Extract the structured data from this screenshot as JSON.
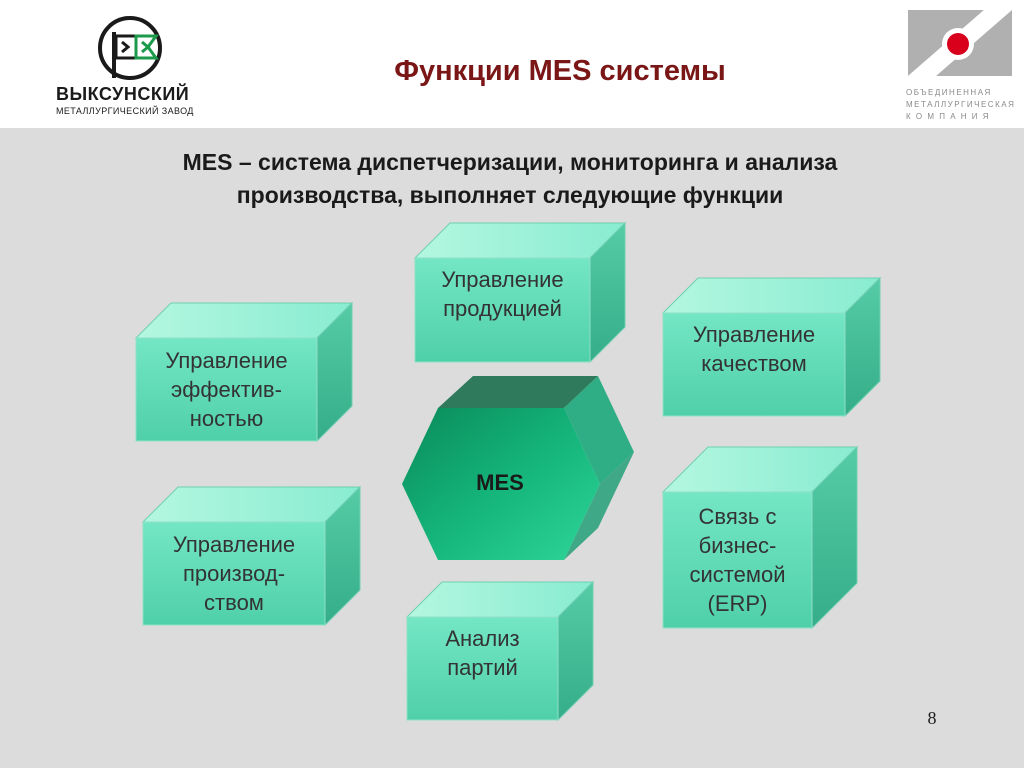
{
  "header": {
    "title": "Функции MES системы",
    "logo_left": {
      "name": "ВЫКСУНСКИЙ",
      "subtitle": "МЕТАЛЛУРГИЧЕСКИЙ ЗАВОД"
    },
    "logo_right": {
      "lines": [
        "ОБЪЕДИНЕННАЯ",
        "МЕТАЛЛУРГИЧЕСКАЯ",
        "К О М П А Н И Я"
      ]
    }
  },
  "subtitle": {
    "line1": "MES – система диспетчеризации, мониторинга и анализа",
    "line2": "производства, выполняет следующие функции"
  },
  "diagram": {
    "center": "MES",
    "boxes": [
      {
        "id": "products",
        "lines": [
          "Управление",
          "продукцией"
        ]
      },
      {
        "id": "quality",
        "lines": [
          "Управление",
          "качеством"
        ]
      },
      {
        "id": "efficiency",
        "lines": [
          "Управление",
          "эффектив-",
          "ностью"
        ]
      },
      {
        "id": "production",
        "lines": [
          "Управление",
          "производ-",
          "ством"
        ]
      },
      {
        "id": "erp",
        "lines": [
          "Связь с",
          "бизнес-",
          "системой",
          "(ERP)"
        ]
      },
      {
        "id": "batches",
        "lines": [
          "Анализ",
          "партий"
        ]
      }
    ]
  },
  "page_number": "8",
  "colors": {
    "title": "#7a1616",
    "box_face": "#5fdcb8",
    "box_top": "#9af2d6",
    "box_side": "#3cb892",
    "mes": "#1fc08a"
  }
}
